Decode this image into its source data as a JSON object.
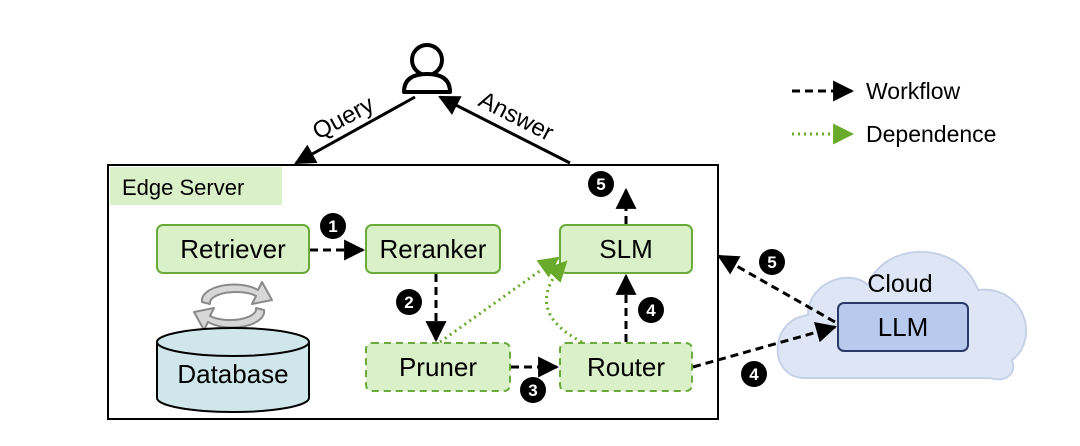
{
  "title": "",
  "edge_server": {
    "label": "Edge Server"
  },
  "nodes": {
    "retriever": "Retriever",
    "reranker": "Reranker",
    "slm": "SLM",
    "pruner": "Pruner",
    "router": "Router",
    "database": "Database",
    "cloud": "Cloud",
    "llm": "LLM"
  },
  "flows": {
    "query": "Query",
    "answer": "Answer"
  },
  "steps": {
    "s1": "1",
    "s2": "2",
    "s3": "3",
    "s4_router": "4",
    "s4_llm": "4",
    "s5_slm": "5",
    "s5_llm": "5"
  },
  "legend": {
    "workflow": "Workflow",
    "dependence": "Dependence"
  },
  "colors": {
    "node_fill": "#d9f0c8",
    "node_stroke": "#6aaa3a",
    "llm_fill": "#b7c9ec",
    "llm_stroke": "#2a3a68",
    "cloud_fill": "#dee6f5",
    "database_fill": "#cfe7ea",
    "dependence_arrow": "#6aaa2a",
    "workflow_arrow": "#000000"
  },
  "icons": [
    "user-icon",
    "refresh-cycle-icon",
    "database-cylinder-icon",
    "cloud-icon"
  ]
}
